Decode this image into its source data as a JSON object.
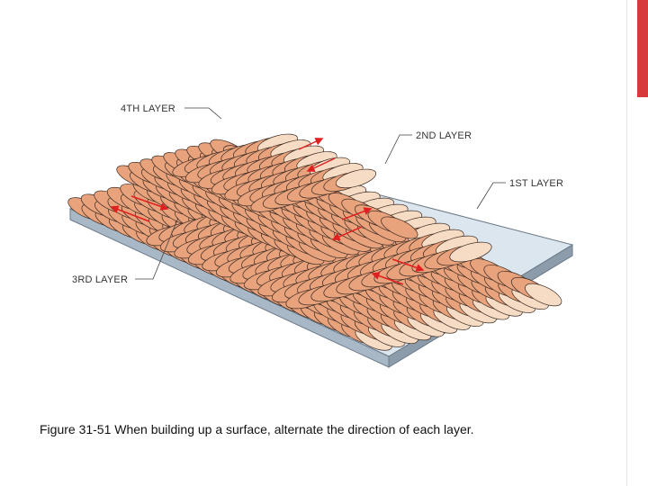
{
  "labels": {
    "layer4": "4TH LAYER",
    "layer2": "2ND LAYER",
    "layer1": "1ST LAYER",
    "layer3": "3RD LAYER"
  },
  "caption": "Figure 31-51 When building up a surface, alternate the direction of each layer.",
  "colors": {
    "bead": "#e8a27c",
    "bead_outline": "#3a2a22",
    "bead_highlight": "#f6dcc4",
    "plate_top": "#dce6ef",
    "plate_side": "#a9b8c6",
    "arrow": "#e02020",
    "accent": "#d63a3a"
  }
}
